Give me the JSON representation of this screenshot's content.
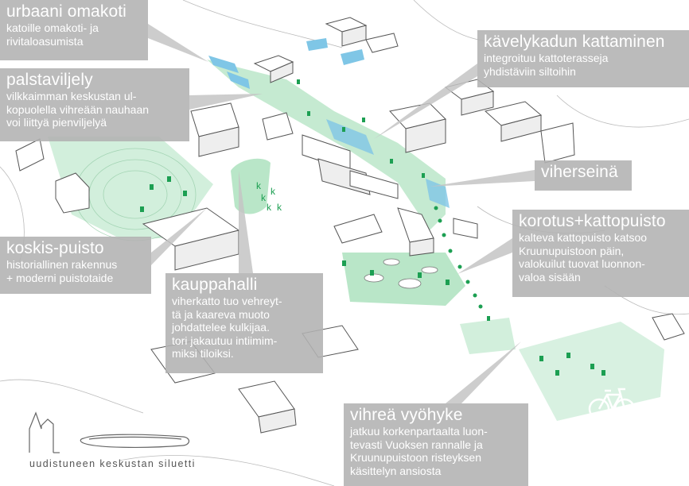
{
  "colors": {
    "callout_bg": "#b2b2b2",
    "green_area": "#7fd19a",
    "green_tree": "#1c9f52",
    "water_blue": "#7fc6e6",
    "building_line": "#555555"
  },
  "callouts": [
    {
      "key": "urbaani",
      "title": "urbaani omakoti",
      "desc": "katoille omakoti- ja\nrivitaloasumista"
    },
    {
      "key": "palstaviljely",
      "title": "palstaviljely",
      "desc": "vilkkaimman keskustan ul-\nkopuolella vihreään nauhaan\nvoi liittyä pienviljelyä"
    },
    {
      "key": "kavelykatu",
      "title": "kävelykadun kattaminen",
      "desc": "integroituu kattoterasseja\nyhdistäviin siltoihin"
    },
    {
      "key": "viherseina",
      "title": "viherseinä",
      "desc": ""
    },
    {
      "key": "korotus",
      "title": "korotus+kattopuisto",
      "desc": "kalteva kattopuisto katsoo\nKruunupuistoon päin,\nvalokuilut tuovat luonnon-\nvaloa sisään"
    },
    {
      "key": "koskis",
      "title": "koskis-puisto",
      "desc": "historiallinen rakennus\n+ moderni puistotaide"
    },
    {
      "key": "kauppahalli",
      "title": "kauppahalli",
      "desc": "viherkatto tuo vehreyt-\ntä ja kaareva muoto\njohdattelee kulkijaa.\ntori jakautuu intiimim-\nmiksi tiloiksi."
    },
    {
      "key": "vihrea",
      "title": "vihreä vyöhyke",
      "desc": "jatkuu korkenpartaalta luon-\ntevasti Vuoksen rannalle ja\nKruunupuistoon risteyksen\nkäsittelyn ansiosta"
    }
  ],
  "scene": {
    "cultivation_label": "k",
    "bicycle_icon": "bicycle-icon",
    "silhouette_icon": "skyline-silhouette-icon"
  },
  "caption": "uudistuneen keskustan siluetti"
}
